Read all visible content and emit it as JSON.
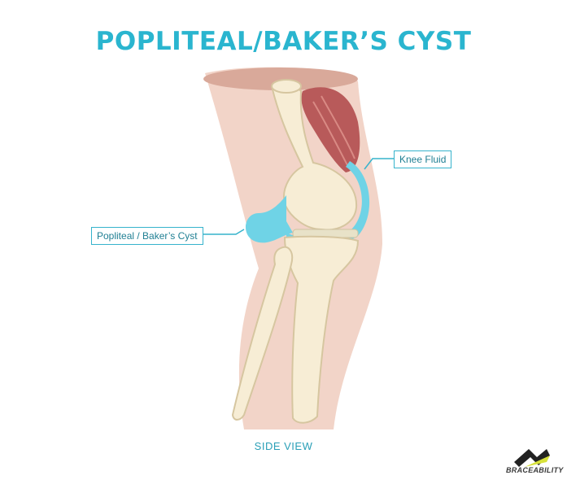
{
  "title": "POPLITEAL/BAKER’S CYST",
  "labels": {
    "knee_fluid": "Knee Fluid",
    "bakers_cyst": "Popliteal / Baker’s Cyst"
  },
  "caption": "SIDE VIEW",
  "brand": "BRACEABILITY",
  "colors": {
    "accent": "#2ab5cf",
    "skin": "#f2d4c8",
    "bone": "#f7edd5",
    "fluid": "#6fd3e6",
    "muscle": "#b85a5a"
  }
}
